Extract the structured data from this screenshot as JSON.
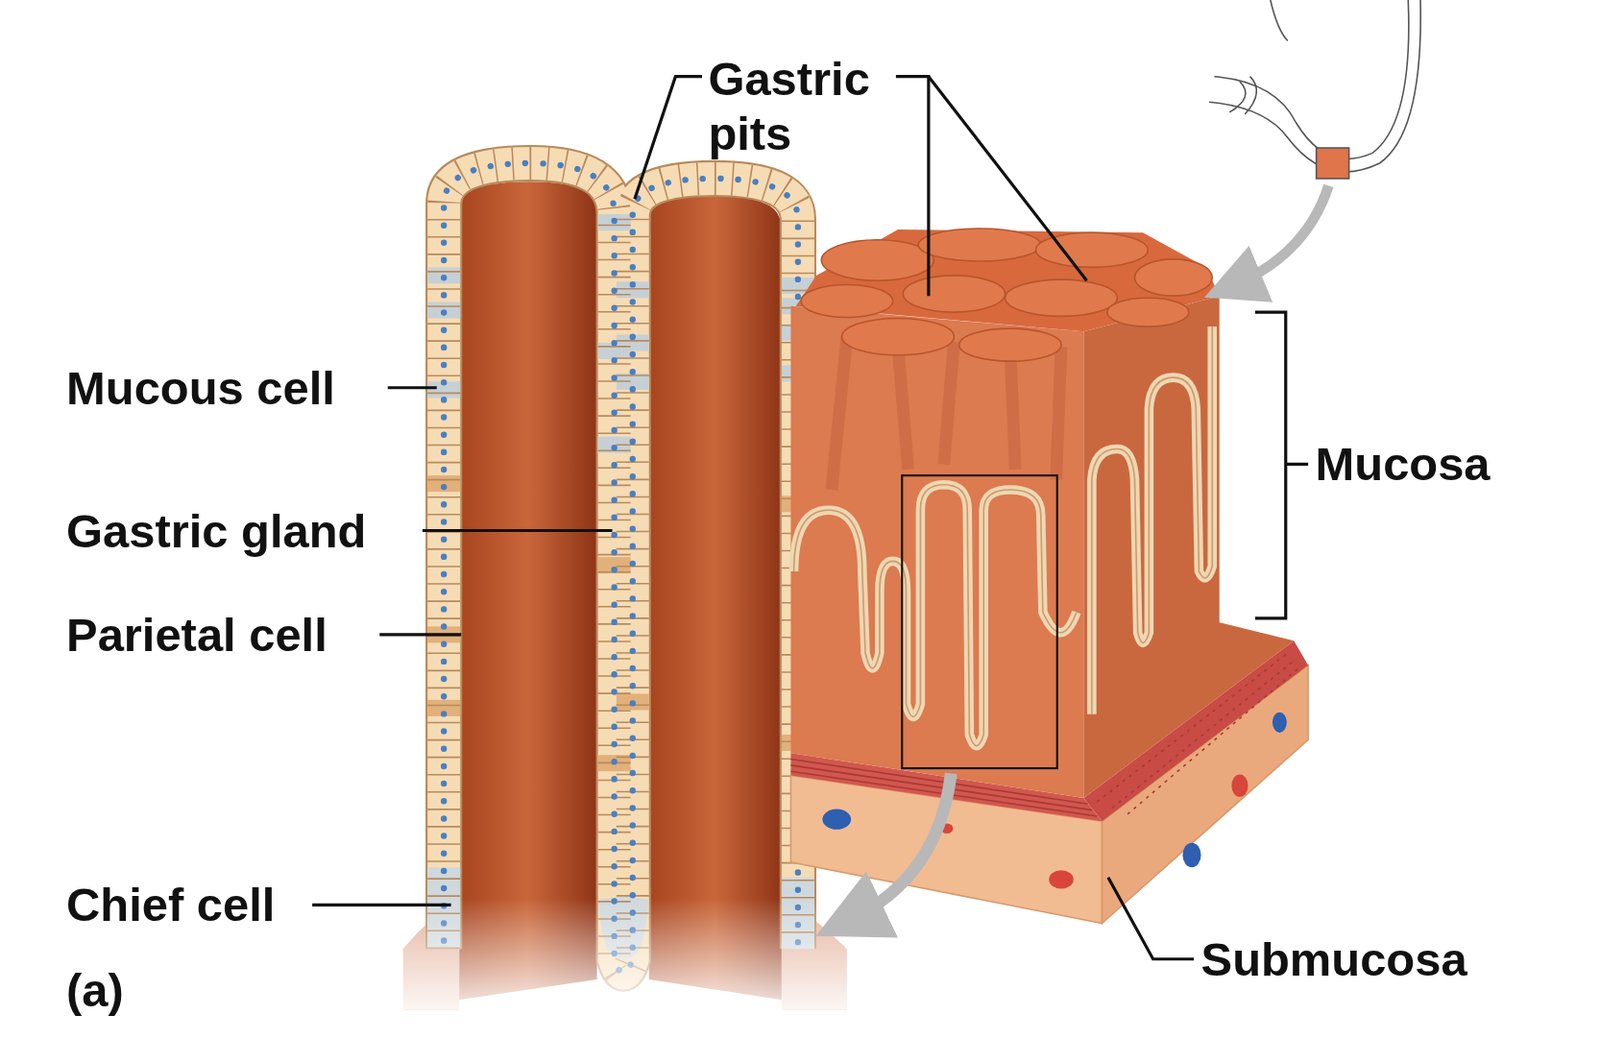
{
  "diagram": {
    "labels": [
      "Gastric pits",
      "Mucous cell",
      "Gastric gland",
      "Parietal cell",
      "Chief cell",
      "(a)",
      "Mucosa",
      "Submucosa"
    ]
  }
}
